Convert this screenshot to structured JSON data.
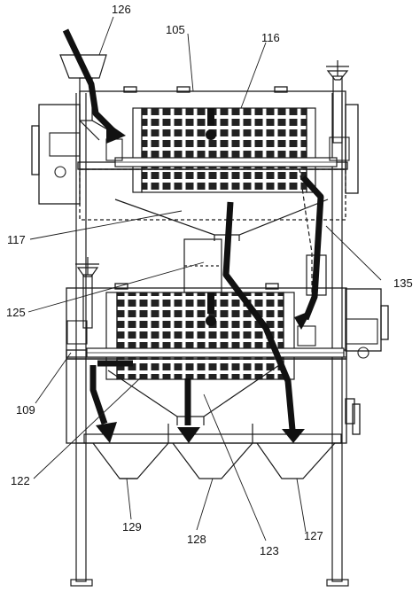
{
  "labels": {
    "l126": "126",
    "l105": "105",
    "l116": "116",
    "l117": "117",
    "l135": "135",
    "l125": "125",
    "l109": "109",
    "l122": "122",
    "l129": "129",
    "l128": "128",
    "l123": "123",
    "l127": "127"
  },
  "colors": {
    "line": "#1a1a1a",
    "arrow": "#111111"
  }
}
